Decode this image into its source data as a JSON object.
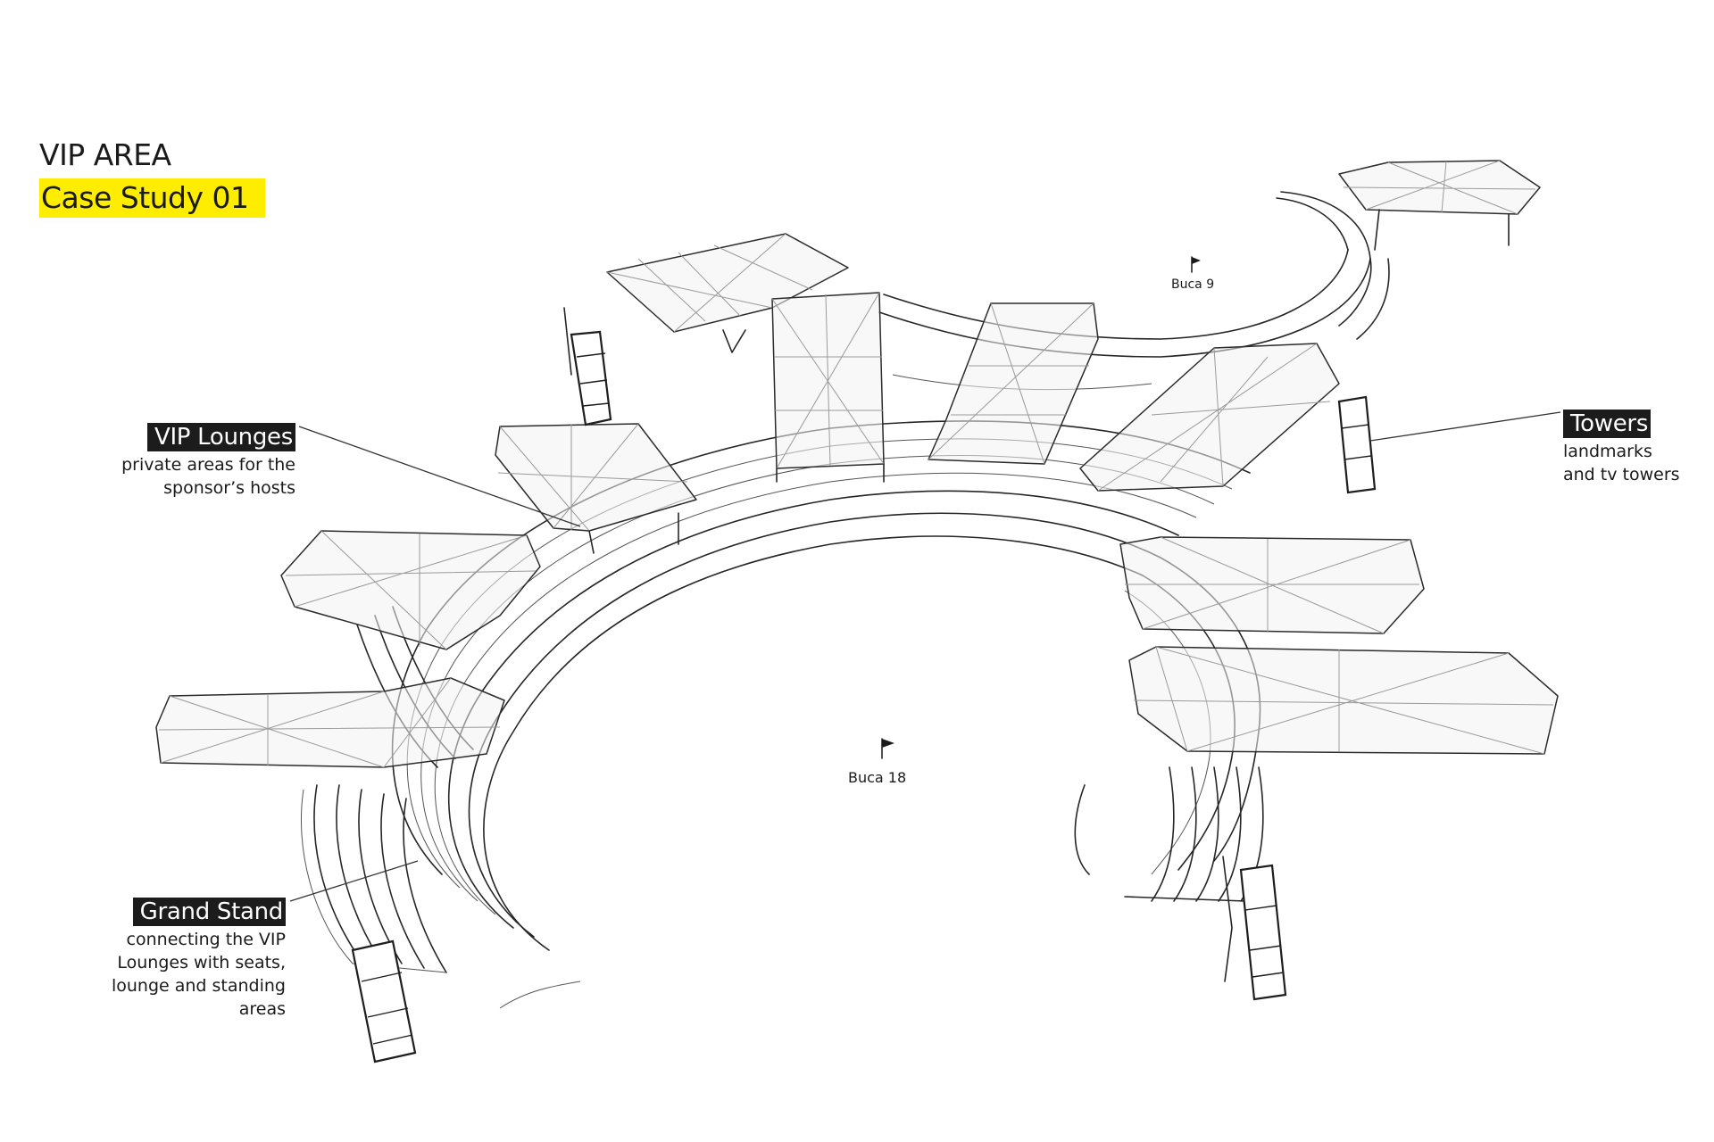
{
  "header": {
    "title": "VIP AREA",
    "subtitle": "Case Study 01"
  },
  "labels": {
    "lounges": {
      "tag": "VIP Lounges",
      "lines": [
        "private areas for the",
        "sponsor’s hosts"
      ]
    },
    "grand_stand": {
      "tag": "Grand Stand",
      "lines": [
        "connecting the VIP",
        "Lounges with seats,",
        "lounge and standing areas"
      ]
    },
    "towers": {
      "tag": "Towers",
      "lines": [
        "landmarks",
        "and tv towers"
      ]
    }
  },
  "holes": {
    "hole_9": "Buca 9",
    "hole_18": "Buca 18"
  },
  "colors": {
    "highlight": "#ffed00",
    "tag_background": "#1c1c1c",
    "line": "#262626"
  }
}
